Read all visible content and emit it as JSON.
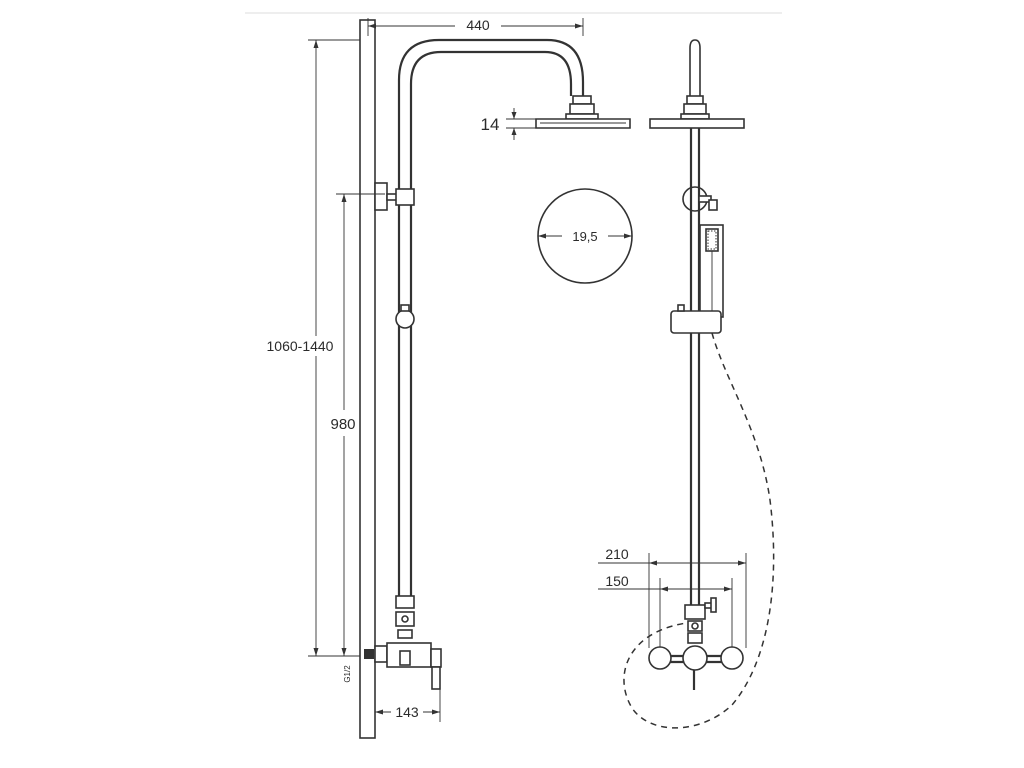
{
  "drawing": {
    "dimensions": {
      "pipe_reach": "440",
      "head_thickness": "14",
      "head_diameter": "19,5",
      "total_height": "1060-1440",
      "inlet_to_bracket": "980",
      "mixer_projection": "143",
      "mixer_width": "210",
      "inlet_spacing": "150",
      "thread": "G1/2"
    }
  }
}
